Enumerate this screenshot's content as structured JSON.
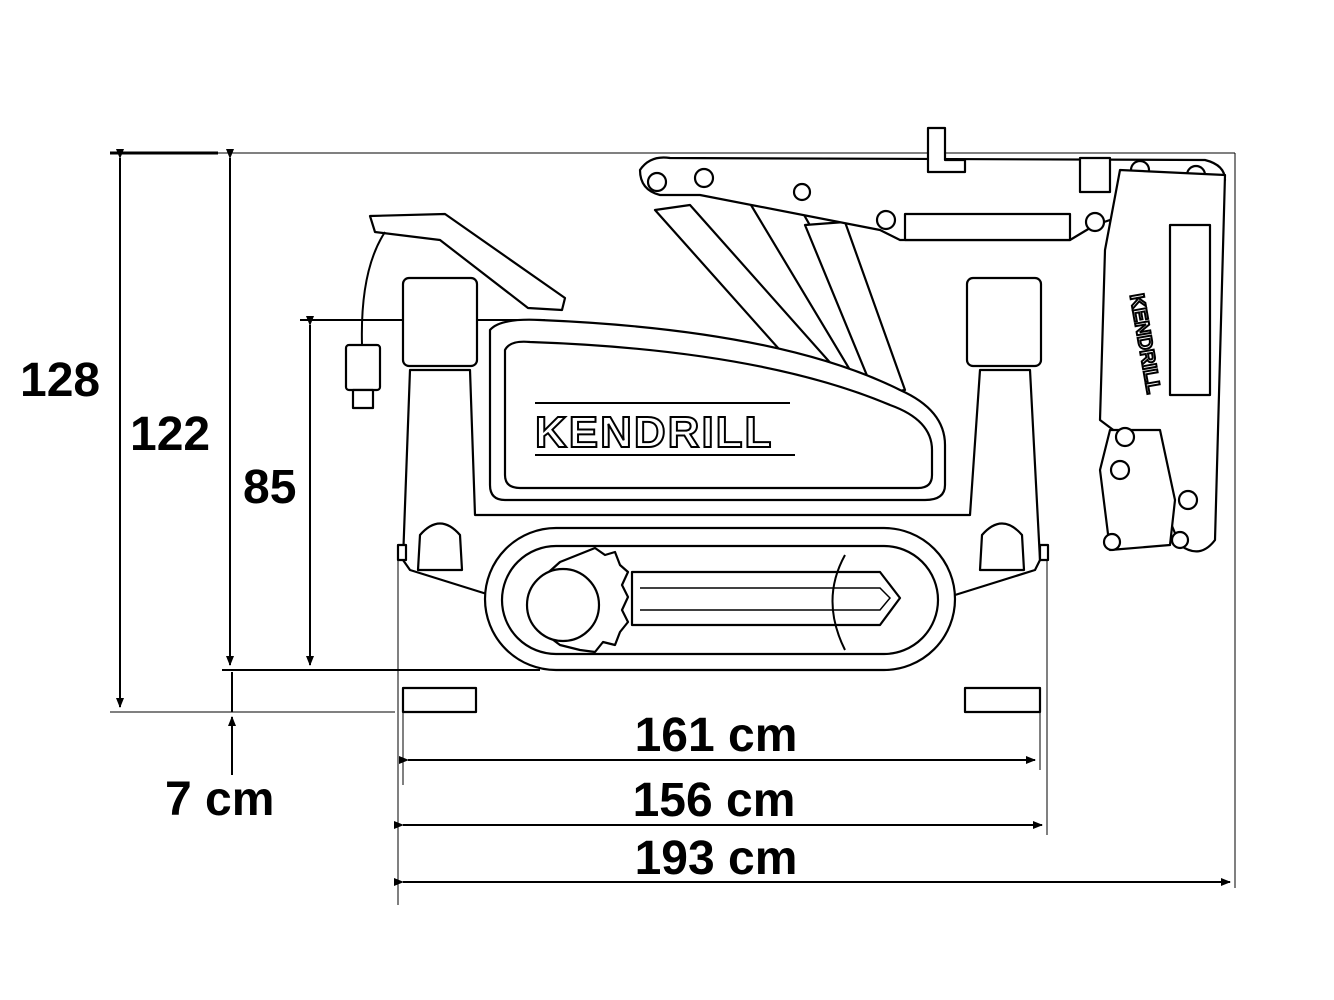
{
  "brand": "KENDRILL",
  "dimensions": {
    "total_height": "128",
    "height_with_boom": "122",
    "body_height": "85",
    "ground_clearance": "7 cm",
    "width_outriggers": "161 cm",
    "width_track": "156 cm",
    "total_length": "193 cm"
  },
  "colors": {
    "line": "#000000",
    "background": "#ffffff"
  }
}
